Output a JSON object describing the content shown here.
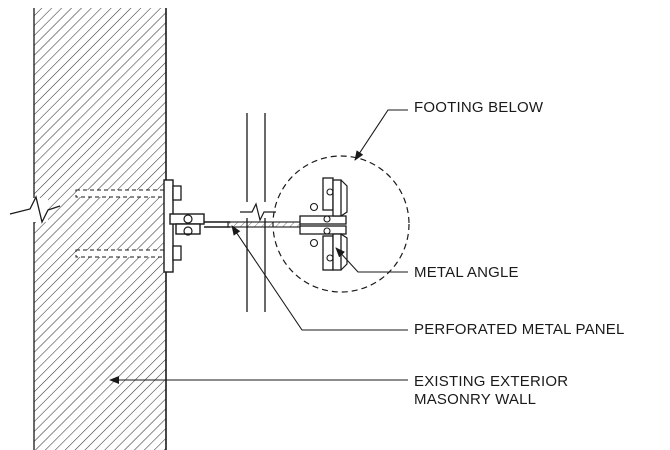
{
  "diagram": {
    "callouts": {
      "footing": "FOOTING BELOW",
      "angle": "METAL ANGLE",
      "panel": "PERFORATED METAL PANEL",
      "wall_line1": "EXISTING EXTERIOR",
      "wall_line2": "MASONRY WALL"
    },
    "colors": {
      "line": "#1a1a1a",
      "background": "#ffffff"
    }
  }
}
